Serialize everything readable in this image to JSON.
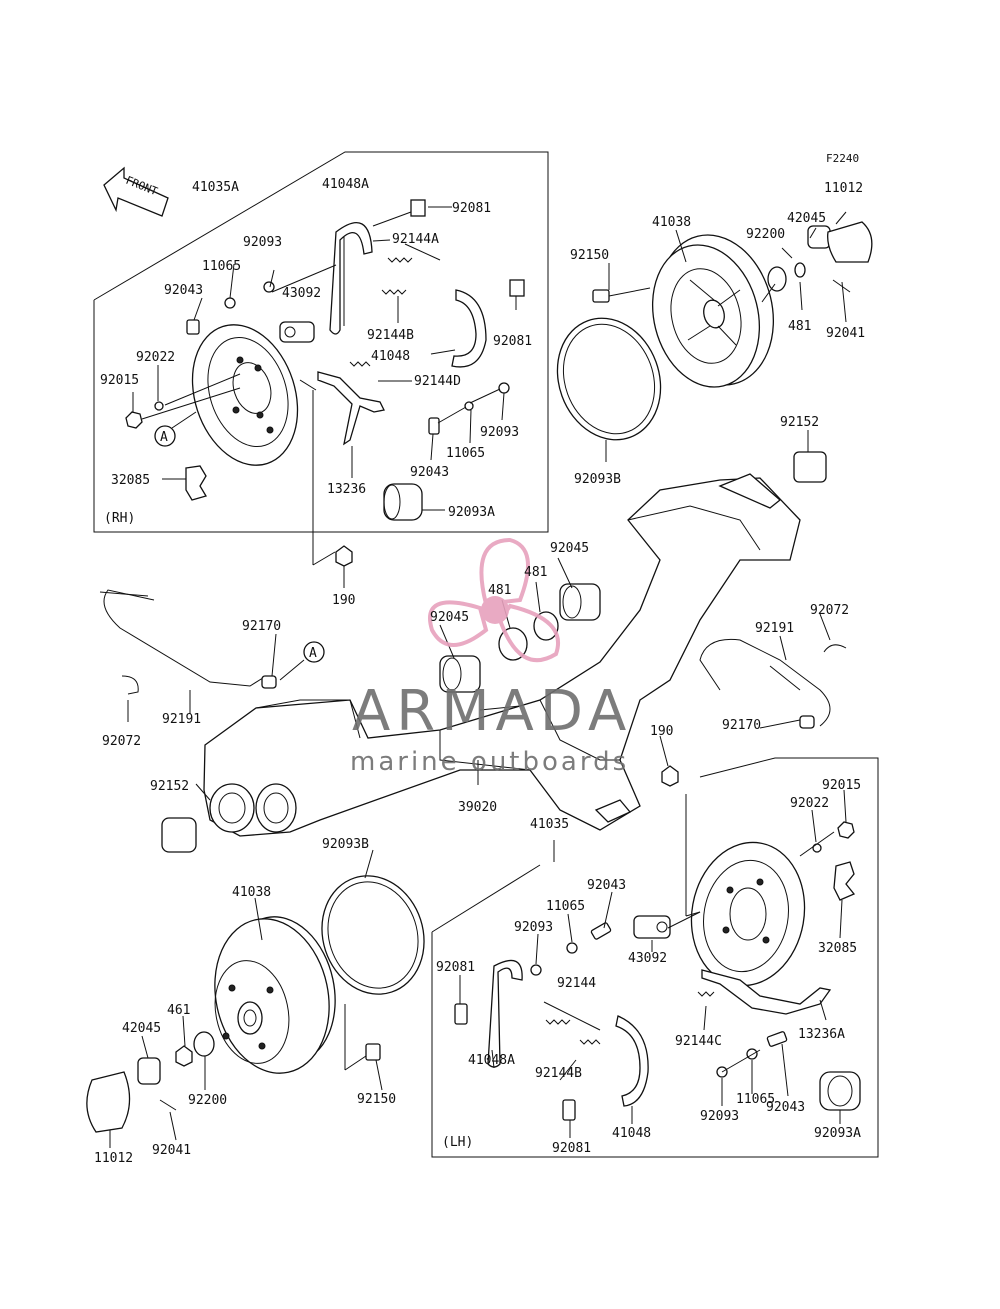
{
  "figure_code": "F2240",
  "front_label": "FRONT",
  "side_rh": "(RH)",
  "side_lh": "(LH)",
  "callout_ref": "A",
  "watermark": {
    "brand": "ARMADA",
    "tagline": "marine outboards",
    "color": "#e7a1bd"
  },
  "part_labels": {
    "l41035A": "41035A",
    "l41048A_rh": "41048A",
    "l92081_rh1": "92081",
    "l92144A": "92144A",
    "l92093_rh1": "92093",
    "l11065_rh1": "11065",
    "l43092_rh": "43092",
    "l92043_rh1": "92043",
    "l92022_rh": "92022",
    "l92015_rh": "92015",
    "l92144B_rh": "92144B",
    "l92081_rh2": "92081",
    "l41048_rh": "41048",
    "l92144D": "92144D",
    "l92093_rh2": "92093",
    "l11065_rh2": "11065",
    "l92043_rh2": "92043",
    "l32085_rh": "32085",
    "l13236": "13236",
    "l92093A_rh": "92093A",
    "l190_a": "190",
    "l92150_top": "92150",
    "l41038_top": "41038",
    "l92093B_top": "92093B",
    "l42045_top": "42045",
    "l92200_top": "92200",
    "l11012_top": "11012",
    "l481_top": "481",
    "l92041_top": "92041",
    "l92152_top": "92152",
    "l92045_a": "92045",
    "l481_a": "481",
    "l481_b": "481",
    "l92045_b": "92045",
    "l92170_l": "92170",
    "l92191_l": "92191",
    "l92072_l": "92072",
    "l92072_r": "92072",
    "l92191_r": "92191",
    "l92170_r": "92170",
    "l190_b": "190",
    "l92152_l": "92152",
    "l39020": "39020",
    "l41035": "41035",
    "l92093B_bot": "92093B",
    "l41038_bot": "41038",
    "l461": "461",
    "l42045_bot": "42045",
    "l92200_bot": "92200",
    "l92150_bot": "92150",
    "l11012_bot": "11012",
    "l92041_bot": "92041",
    "l92043_lh1": "92043",
    "l11065_lh1": "11065",
    "l92093_lh1": "92093",
    "l92081_lh1": "92081",
    "l43092_lh": "43092",
    "l92144": "92144",
    "l41048A_lh": "41048A",
    "l92144B_lh": "92144B",
    "l92081_lh2": "92081",
    "l41048_lh": "41048",
    "l92144C": "92144C",
    "l92093_lh2": "92093",
    "l11065_lh2": "11065",
    "l92043_lh2": "92043",
    "l92093A_lh": "92093A",
    "l13236A": "13236A",
    "l32085_lh": "32085",
    "l92015_lh": "92015",
    "l92022_lh": "92022"
  }
}
